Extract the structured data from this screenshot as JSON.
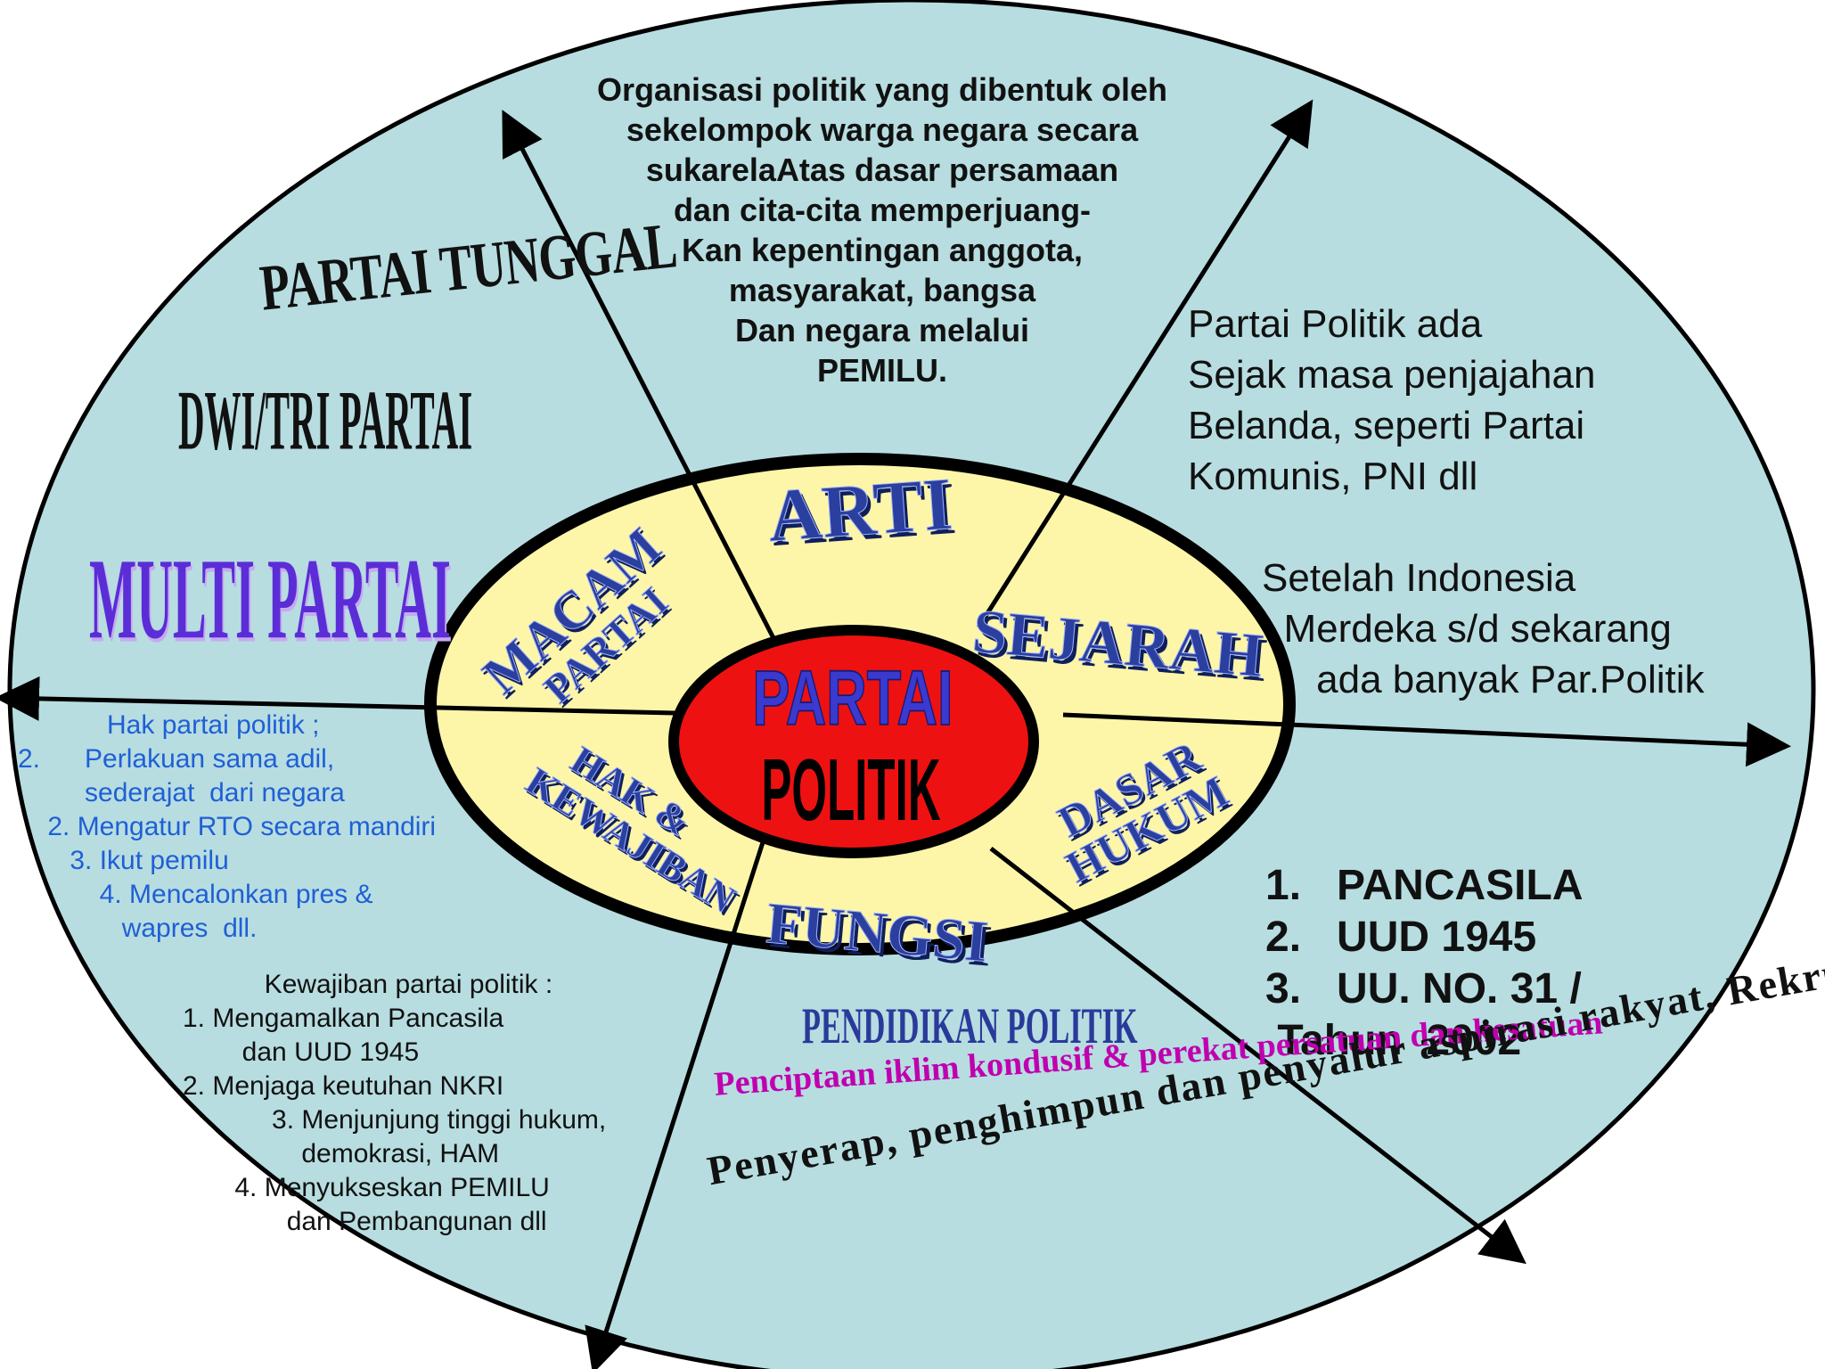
{
  "center": {
    "line1": "PARTAI",
    "line2": "POLITIK"
  },
  "segments": {
    "arti": "ARTI",
    "sejarah": "SEJARAH",
    "dasar_hukum": {
      "line1": "DASAR",
      "line2": "HUKUM"
    },
    "fungsi": "FUNGSI",
    "hak_kewajiban": {
      "line1": "HAK &",
      "line2": "KEWAJIBAN"
    },
    "macam_partai": {
      "line1": "MACAM",
      "line2": "PARTAI"
    }
  },
  "arti_text": [
    "Organisasi politik yang dibentuk oleh",
    "sekelompok warga negara secara",
    "sukarelaAtas dasar persamaan",
    "dan cita-cita memperjuang-",
    "Kan kepentingan anggota,",
    "masyarakat, bangsa",
    "Dan negara melalui",
    "PEMILU."
  ],
  "sejarah_text": {
    "block1": "Partai Politik ada\nSejak masa penjajahan\nBelanda, seperti Partai\nKomunis, PNI dll",
    "block2": "Setelah Indonesia\n  Merdeka s/d sekarang\n     ada banyak Par.Politik"
  },
  "dasar_hukum_text": "1.   PANCASILA\n2.   UUD 1945\n3.   UU. NO. 31 /\n Tahun  2002",
  "macam_partai_text": {
    "tunggal": "PARTAI TUNGGAL",
    "dwitri": "DWI/TRI PARTAI",
    "multi": "MULTI PARTAI"
  },
  "hak_text": "            Hak partai politik ;\n2.      Perlakuan sama adil,\n         sederajat  dari negara\n    2. Mengatur RTO secara mandiri\n       3. Ikut pemilu\n           4. Mencalonkan pres &\n              wapres  dll.",
  "kewajiban_text": "           Kewajiban partai politik :\n1. Mengamalkan Pancasila\n        dan UUD 1945\n2. Menjaga keutuhan NKRI\n            3. Menjunjung tinggi hukum,\n                demokrasi, HAM\n       4. Menyukseskan PEMILU\n              dan Pembangunan dll",
  "fungsi_text": {
    "pendidikan": "PENDIDIKAN POLITIK",
    "iklim": "Penciptaan iklim kondusif\n& perekat persatuan dan kesatuan",
    "penyerap": "Penyerap, penghimpun\ndan penyalur aspirasi\nrakyat,  Rekrutmen\npolitik dalam jabatan\npolitik"
  },
  "colors": {
    "outer_fill": "#b7dde0",
    "ring_fill": "#fdf6a9",
    "center_fill": "#ee1111",
    "label_3d": "#2a3f9e",
    "hak_text": "#1f5fd6",
    "multi_partai": "#5b2dd6",
    "iklim_text": "#c000b0"
  }
}
